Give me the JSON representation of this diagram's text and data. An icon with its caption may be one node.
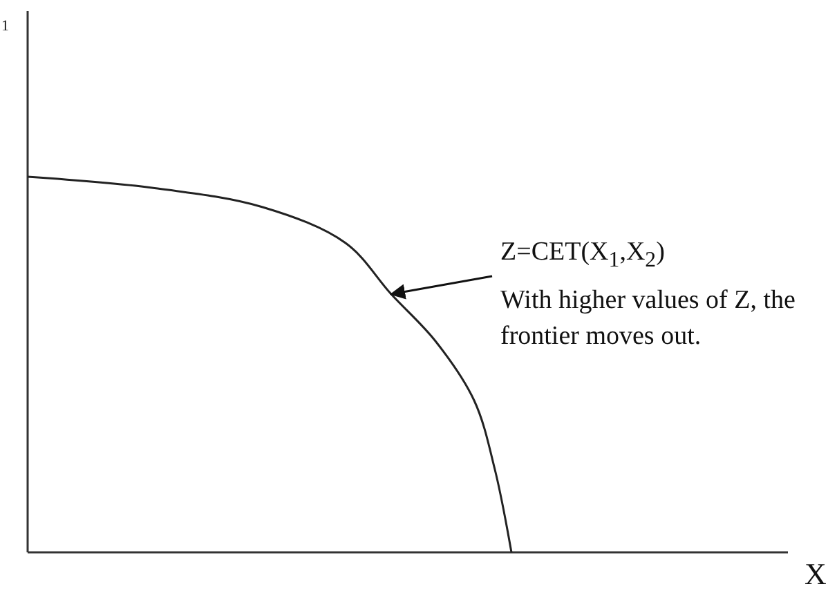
{
  "diagram": {
    "nodes": [
      {
        "text": [
          "Z=CET(X$_{1}$,X$_{2}$)",
          "With higher values of Z, the frontier moves out."
        ]
      },
      {
        "text": [],
        "shape": "curve"
      }
    ],
    "edges": [
      {
        "from": 0,
        "to": 1,
        "arrow": "to"
      }
    ],
    "labels": [
      "1",
      "X"
    ]
  }
}
